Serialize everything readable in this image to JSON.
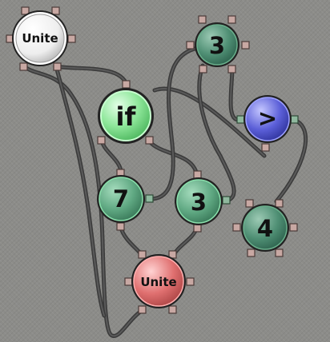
{
  "nodes": {
    "unite_top": "Unite",
    "three_top": "3",
    "if_node": "if",
    "gt_node": ">",
    "seven": "7",
    "three_mid": "3",
    "four": "4",
    "unite_bottom": "Unite"
  },
  "colors": {
    "background": "#8c8c89",
    "white_node": "#f4f4f4",
    "green_node": "#5fa882",
    "bright_green_node": "#7ee08e",
    "blue_node": "#5b5fd8",
    "red_node": "#e07070"
  }
}
